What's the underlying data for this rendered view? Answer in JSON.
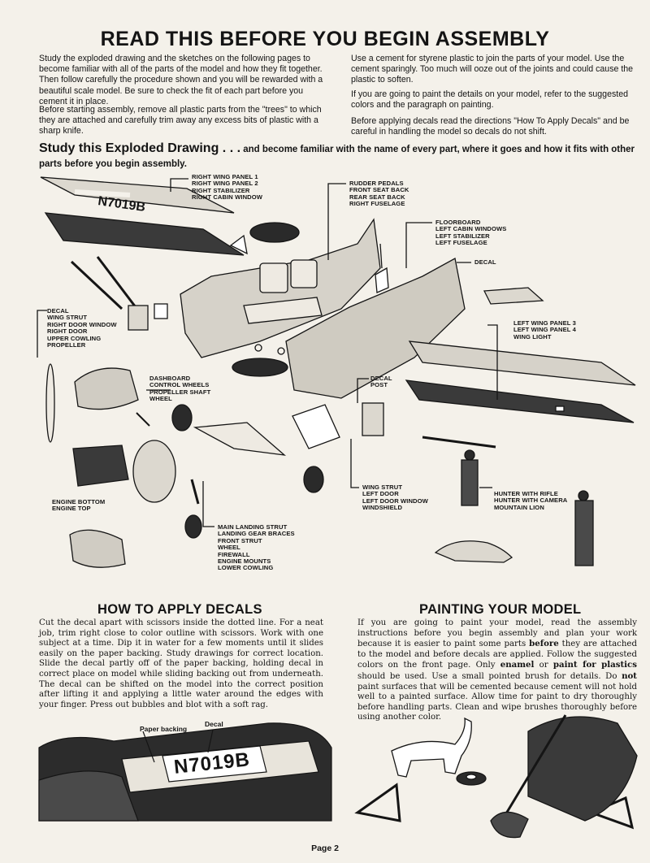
{
  "title": "READ THIS BEFORE YOU BEGIN ASSEMBLY",
  "intro": {
    "left_p1": "Study the exploded drawing and the sketches on the following pages to become familiar with all of the parts of the model and how they fit together. Then follow carefully the procedure shown and you will be rewarded with a beautiful scale model. Be sure to check the fit of each part before you cement it in place.",
    "left_p2": "Before starting assembly, remove all plastic parts from the \"trees\" to which they are attached and carefully trim away any excess bits of plastic with a sharp knife.",
    "right_p1": "Use a cement for styrene plastic to join the parts of your model. Use the cement sparingly. Too much will ooze out of the joints and could cause the plastic to soften.",
    "right_p2": "If you are going to paint the details on your model, refer to the suggested colors and the paragraph on painting.",
    "right_p3": "Before applying decals read the directions \"How To Apply Decals\" and be careful in handling the model so decals do not shift."
  },
  "study": {
    "lead": "Study this Exploded Drawing . . .",
    "rest": " and become familiar with the name of every part, where it goes and how it fits with other parts before you begin assembly."
  },
  "labels": {
    "top_left": [
      "RIGHT WING PANEL 1",
      "RIGHT WING PANEL 2",
      "RIGHT STABILIZER",
      "RIGHT CABIN WINDOW"
    ],
    "top_mid": [
      "RUDDER PEDALS",
      "FRONT SEAT BACK",
      "REAR SEAT BACK",
      "RIGHT FUSELAGE"
    ],
    "top_right": [
      "FLOORBOARD",
      "LEFT CABIN WINDOWS",
      "LEFT STABILIZER",
      "LEFT FUSELAGE"
    ],
    "decal_top": "DECAL",
    "left_side": [
      "DECAL",
      "WING STRUT",
      "RIGHT DOOR WINDOW",
      "RIGHT DOOR",
      "UPPER COWLING",
      "PROPELLER"
    ],
    "wing_right": [
      "LEFT WING PANEL 3",
      "LEFT WING PANEL 4",
      "WING LIGHT"
    ],
    "center": [
      "DASHBOARD",
      "CONTROL WHEELS",
      "PROPELLER SHAFT",
      "WHEEL"
    ],
    "decal_post": [
      "DECAL",
      "POST"
    ],
    "engine": [
      "ENGINE BOTTOM",
      "ENGINE TOP"
    ],
    "lower_center": [
      "MAIN LANDING STRUT",
      "LANDING GEAR BRACES",
      "FRONT STRUT",
      "WHEEL",
      "FIREWALL",
      "ENGINE MOUNTS",
      "LOWER COWLING"
    ],
    "door_group": [
      "WING STRUT",
      "LEFT DOOR",
      "LEFT DOOR WINDOW",
      "WINDSHIELD"
    ],
    "figures": [
      "HUNTER WITH RIFLE",
      "HUNTER WITH CAMERA",
      "MOUNTAIN LION"
    ]
  },
  "decals_section": {
    "heading": "HOW TO APPLY DECALS",
    "body": "Cut the decal apart with scissors inside the dotted line. For a neat job, trim right close to color outline with scissors. Work with one subject at a time. Dip it in water for a few moments until it slides easily on the paper backing. Study drawings for correct location. Slide the decal partly off of the paper backing, holding decal in correct place on model while sliding backing out from underneath. The decal can be shifted on the model into the correct position after lifting it and applying a little water around the edges with your finger. Press out bubbles and blot with a soft rag.",
    "callout_paper": "Paper backing",
    "callout_decal": "Decal",
    "registration": "N7019B"
  },
  "painting_section": {
    "heading": "PAINTING YOUR MODEL",
    "body_1": "If you are going to paint your model, read the assembly instructions before you begin assembly and plan your work because it is easier to paint some parts ",
    "bold_1": "before",
    "body_2": " they are attached to the model and before decals are applied. Follow the suggested colors on the front page. Only ",
    "bold_2": "enamel",
    "body_3": " or ",
    "bold_3": "paint for plastics",
    "body_4": " should be used. Use a small pointed brush for details. Do ",
    "bold_4": "not",
    "body_5": " paint surfaces that will be cemented because cement will not hold well to a painted surface. Allow time for paint to dry thoroughly before handling parts. Clean and wipe brushes thoroughly before using another color."
  },
  "page_number": "Page 2",
  "colors": {
    "paper": "#f4f1ea",
    "ink": "#141414"
  }
}
